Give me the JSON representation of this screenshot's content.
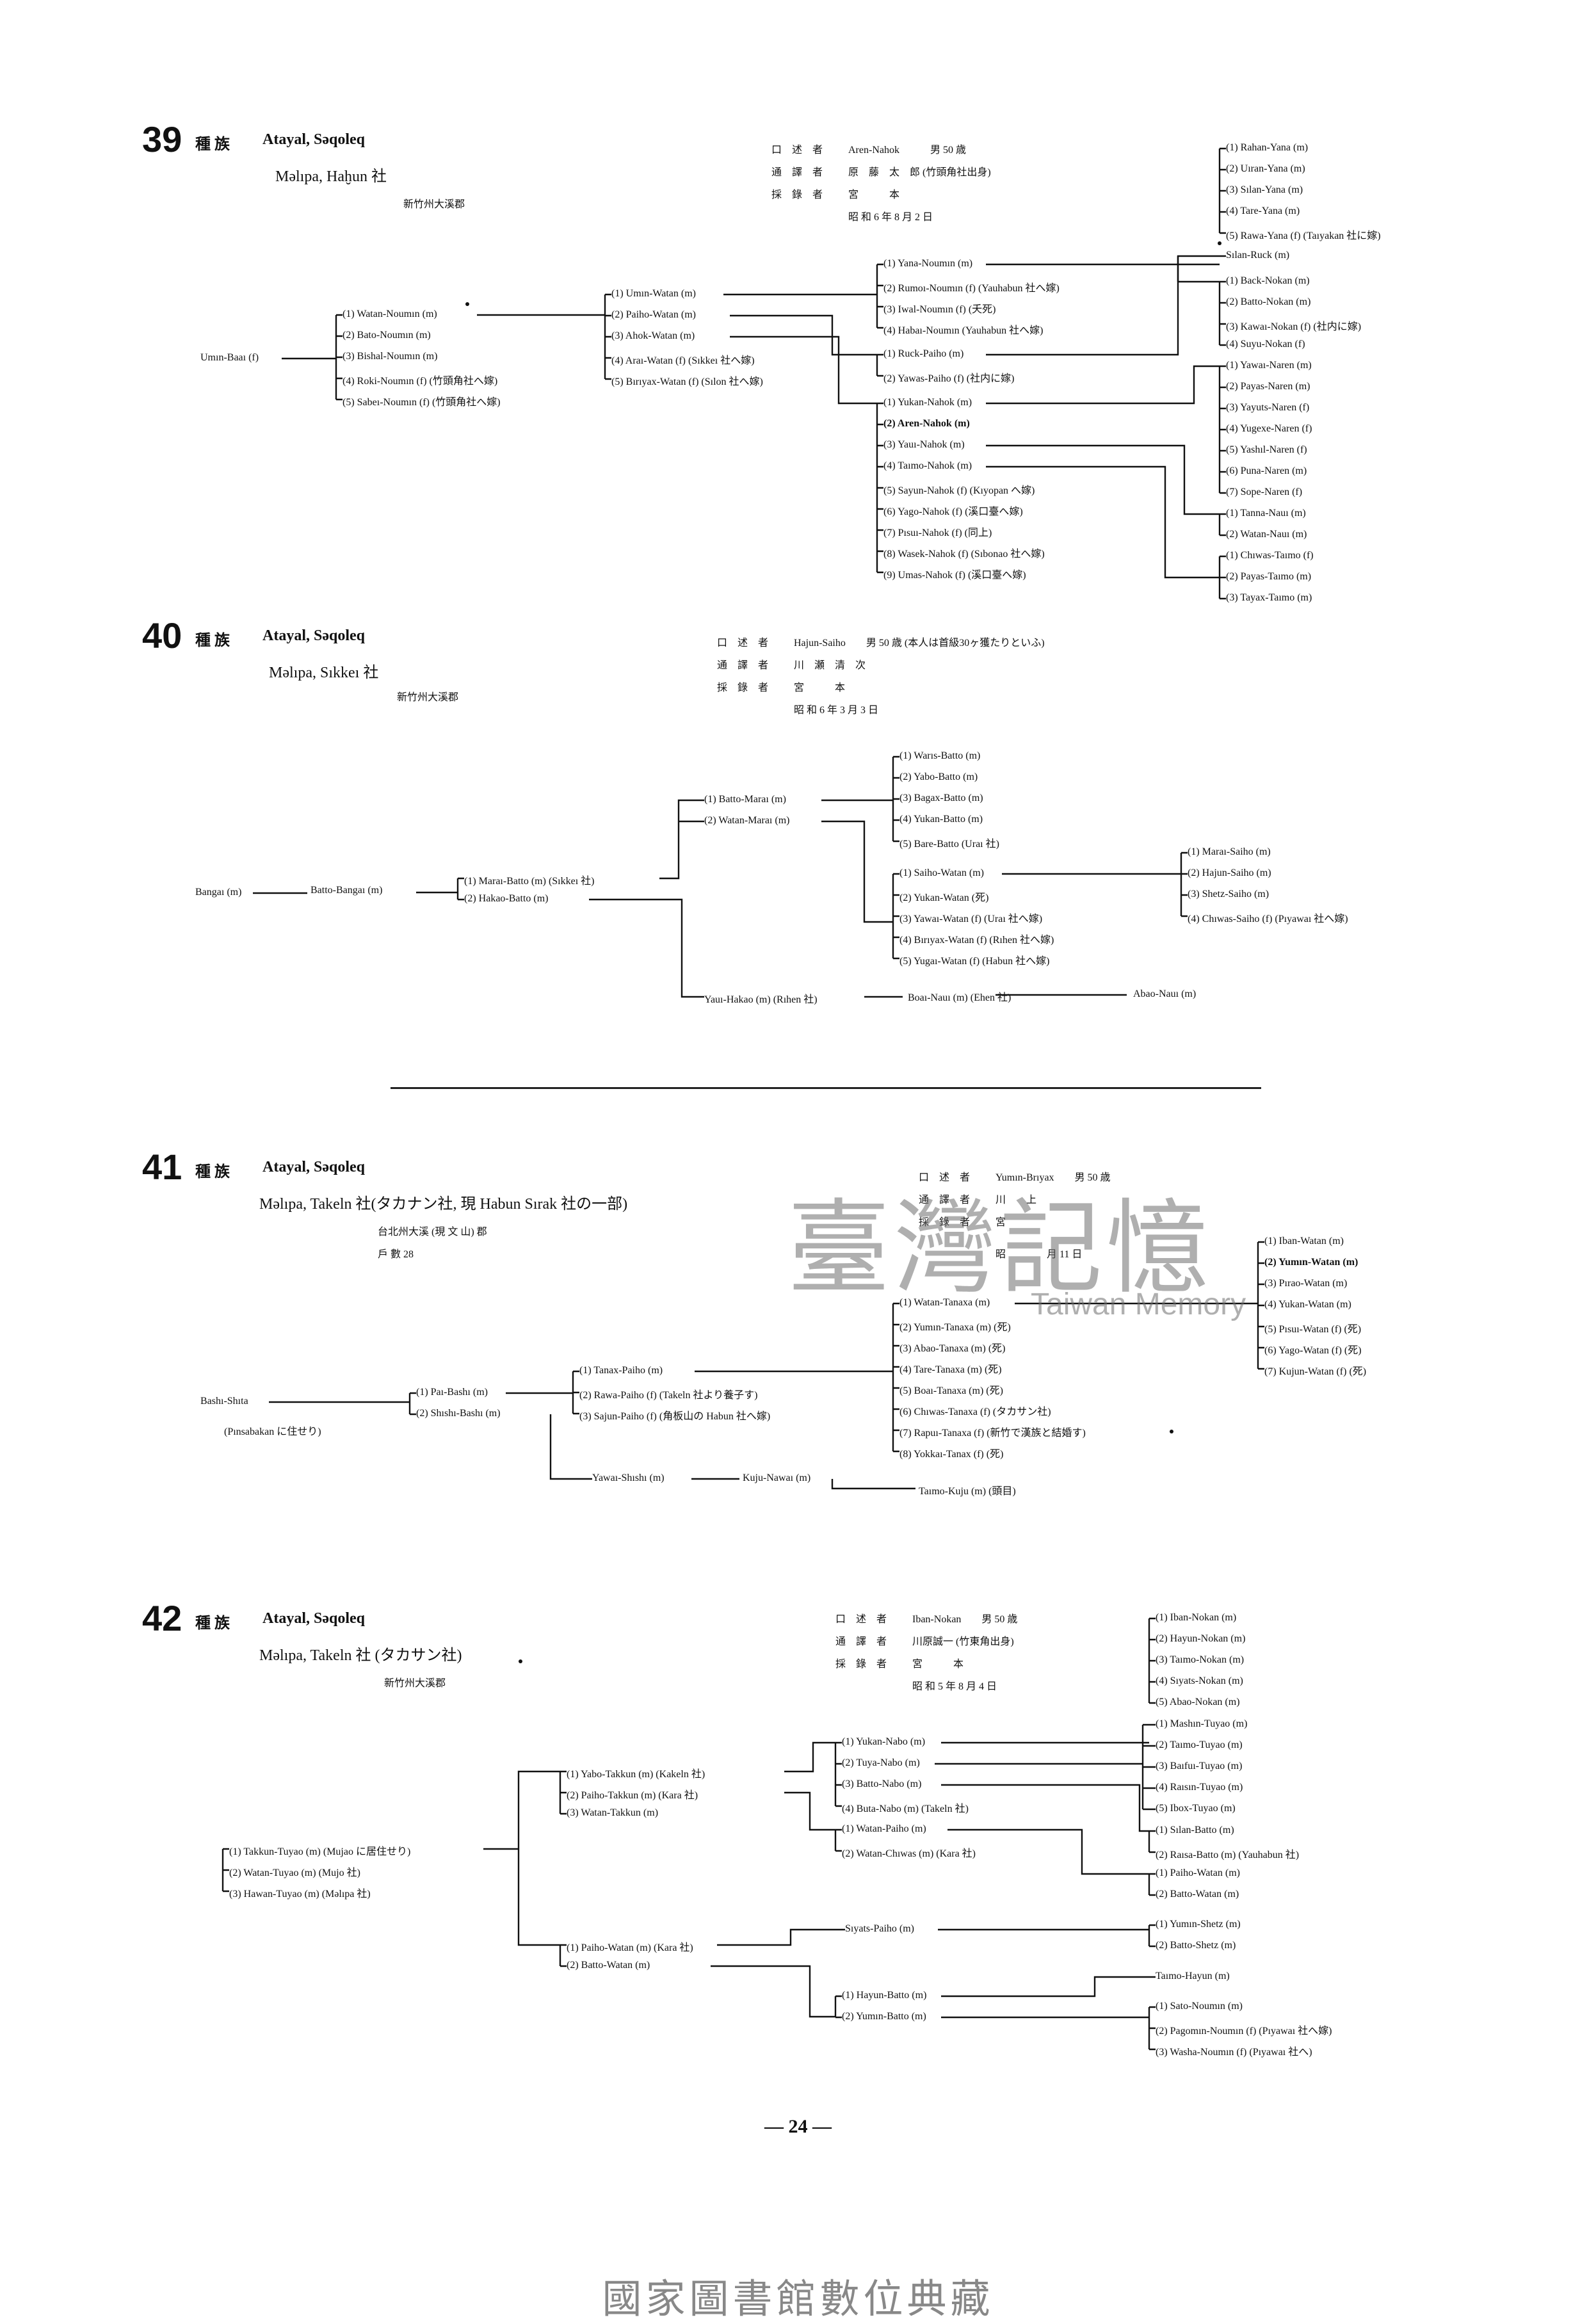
{
  "page_number": "— 24 —",
  "watermark": {
    "main": "臺灣記憶",
    "sub": "Taiwan Memory"
  },
  "footer": "國家圖書館數位典藏",
  "sections": [
    {
      "number": "39",
      "tribe_label": "種 族",
      "tribe": "Atayal, Səqoleq",
      "place": "Məlıpa, Haḫun 社",
      "district": "新竹州大溪郡",
      "meta": [
        {
          "k": "口 述 者",
          "v": "Aren-Nahok　　　男 50 歳"
        },
        {
          "k": "通 譯 者",
          "v": "原　藤　太　郎 (竹頭角社出身)"
        },
        {
          "k": "採 錄 者",
          "v": "宮　　　本"
        },
        {
          "k": "",
          "v": "昭 和 6 年 8 月 2 日"
        }
      ]
    },
    {
      "number": "40",
      "tribe_label": "種 族",
      "tribe": "Atayal, Səqoleq",
      "place": "Məlıpa, Sıkkeı 社",
      "district": "新竹州大溪郡",
      "meta": [
        {
          "k": "口 述 者",
          "v": "Hajun-Saiho　　男 50 歳 (本人は首級30ヶ獲たりといふ)"
        },
        {
          "k": "通 譯 者",
          "v": "川　瀬　清　次"
        },
        {
          "k": "採 錄 者",
          "v": "宮　　　本"
        },
        {
          "k": "",
          "v": "昭 和 6 年 3 月 3 日"
        }
      ]
    },
    {
      "number": "41",
      "tribe_label": "種 族",
      "tribe": "Atayal, Səqoleq",
      "place": "Məlıpa, Takeln 社(タカナン社, 現 Habun Sırak 社の一部)",
      "district": "台北州大溪 (現 文 山) 郡",
      "households": "戶 數 28",
      "meta": [
        {
          "k": "口 述 者",
          "v": "Yumın-Brıyax　　男 50 歳"
        },
        {
          "k": "通 譯 者",
          "v": "川　　上"
        },
        {
          "k": "採 錄 者",
          "v": "宮"
        },
        {
          "k": "",
          "v": "昭　　　　月 11 日"
        }
      ]
    },
    {
      "number": "42",
      "tribe_label": "種 族",
      "tribe": "Atayal, Səqoleq",
      "place": "Məlıpa, Takeln 社 (タカサン社)",
      "district": "新竹州大溪郡",
      "meta": [
        {
          "k": "口 述 者",
          "v": "Iban-Nokan　　男 50 歳"
        },
        {
          "k": "通 譯 者",
          "v": "川原誠一 (竹東角出身)"
        },
        {
          "k": "採 錄 者",
          "v": "宮　　　本"
        },
        {
          "k": "",
          "v": "昭 和 5 年 8 月 4 日"
        }
      ]
    }
  ],
  "names": [
    "Umın-Baaı (f)",
    "(1) Watan-Noumın (m)",
    "(2) Bato-Noumın (m)",
    "(3) Bishal-Noumın (m)",
    "(4) Roki-Noumın (f) (竹頭角社へ嫁)",
    "(5) Sabeı-Noumın (f) (竹頭角社へ嫁)",
    "(1) Umın-Watan (m)",
    "(2) Paiho-Watan (m)",
    "(3) Ahok-Watan (m)",
    "(4) Araı-Watan (f) (Sıkkeı 社へ嫁)",
    "(5) Bırıyax-Watan (f) (Sılon 社へ嫁)",
    "(1) Yana-Noumın (m)",
    "(2) Rumoı-Noumın (f) (Yauhabun 社へ嫁)",
    "(3) Iwal-Noumın (f) (夭死)",
    "(4) Habaı-Noumın (Yauhabun 社へ嫁)",
    "(1) Ruck-Paiho (m)",
    "(2) Yawas-Paiho (f) (社内に嫁)",
    "(1) Yukan-Nahok (m)",
    "(2) Aren-Nahok (m)",
    "(3) Yauı-Nahok (m)",
    "(4) Taımo-Nahok (m)",
    "(5) Sayun-Nahok (f) (Kıyopan へ嫁)",
    "(6) Yago-Nahok (f) (溪口臺へ嫁)",
    "(7) Pısuı-Nahok (f) (同上)",
    "(8) Wasek-Nahok (f) (Sıbonao 社へ嫁)",
    "(9) Umas-Nahok (f) (溪口臺へ嫁)",
    "(1) Rahan-Yana (m)",
    "(2) Uıran-Yana (m)",
    "(3) Sılan-Yana (m)",
    "(4) Tare-Yana (m)",
    "(5) Rawa-Yana (f) (Taıyakan 社に嫁)",
    "Sılan-Ruck (m)",
    "(1) Back-Nokan (m)",
    "(2) Batto-Nokan (m)",
    "(3) Kawaı-Nokan (f) (社内に嫁)",
    "(4) Suyu-Nokan (f)",
    "(1) Yawaı-Naren (m)",
    "(2) Payas-Naren (m)",
    "(3) Yayuts-Naren (f)",
    "(4) Yugexe-Naren (f)",
    "(5) Yashıl-Naren (f)",
    "(6) Puna-Naren (m)",
    "(7) Sope-Naren (f)",
    "(1) Tanna-Nauı (m)",
    "(2) Watan-Nauı (m)",
    "(1) Chıwas-Taımo (f)",
    "(2) Payas-Taımo (m)",
    "(3) Tayax-Taımo (m)",
    "Bangaı (m)",
    "Batto-Bangaı (m)",
    "(1) Maraı-Batto (m) (Sıkkeı 社)",
    "(2) Hakao-Batto (m)",
    "(1) Batto-Maraı (m)",
    "(2) Watan-Maraı (m)",
    "(1) Warıs-Batto (m)",
    "(2) Yabo-Batto (m)",
    "(3) Bagax-Batto (m)",
    "(4) Yukan-Batto (m)",
    "(5) Bare-Batto (Uraı 社)",
    "(1) Saiho-Watan (m)",
    "(2) Yukan-Watan (死)",
    "(3) Yawaı-Watan (f) (Uraı 社へ嫁)",
    "(4) Bırıyax-Watan (f) (Rıhen 社へ嫁)",
    "(5) Yugaı-Watan (f) (Habun 社へ嫁)",
    "(1) Maraı-Saiho (m)",
    "(2) Hajun-Saiho (m)",
    "(3) Shetz-Saiho (m)",
    "(4) Chıwas-Saiho (f) (Pıyawaı 社へ嫁)",
    "Yauı-Hakao (m) (Rıhen 社)",
    "Boaı-Nauı (m) (Ehen 社)",
    "Abao-Nauı (m)",
    "Bashı-Shıta",
    "(Pınsabakan に住せり)",
    "(1) Paı-Bashı (m)",
    "(2) Shıshı-Bashı (m)",
    "(1) Tanax-Paiho (m)",
    "(2) Rawa-Paiho (f) (Takeln 社より養子す)",
    "(3) Sajun-Paiho (f) (角板山の Habun 社へ嫁)",
    "(1) Watan-Tanaxa (m)",
    "(2) Yumın-Tanaxa (m) (死)",
    "(3) Abao-Tanaxa (m) (死)",
    "(4) Tare-Tanaxa (m) (死)",
    "(5) Boaı-Tanaxa (m) (死)",
    "(6) Chıwas-Tanaxa (f) (タカサン社)",
    "(7) Rapuı-Tanaxa (f) (新竹で漢族と結婚す)",
    "(8) Yokkaı-Tanax (f) (死)",
    "(1) Iban-Watan (m)",
    "(2) Yumın-Watan (m)",
    "(3) Pırao-Watan (m)",
    "(4) Yukan-Watan (m)",
    "(5) Pısuı-Watan (f) (死)",
    "(6) Yago-Watan (f) (死)",
    "(7) Kujun-Watan (f) (死)",
    "Yawaı-Shıshı (m)",
    "Kuju-Nawaı (m)",
    "Taımo-Kuju (m) (頭目)",
    "(1) Takkun-Tuyao (m) (Mujao に居住せり)",
    "(2) Watan-Tuyao (m) (Mujo 社)",
    "(3) Hawan-Tuyao (m) (Məlıpa 社)",
    "(1) Yabo-Takkun (m) (Kakeln 社)",
    "(2) Paiho-Takkun (m) (Kara 社)",
    "(3) Watan-Takkun (m)",
    "(1) Yukan-Nabo (m)",
    "(2) Tuya-Nabo (m)",
    "(3) Batto-Nabo (m)",
    "(4) Buta-Nabo (m) (Takeln 社)",
    "(1) Watan-Paiho (m)",
    "(2) Watan-Chıwas (m) (Kara 社)",
    "(1) Iban-Nokan (m)",
    "(2) Hayun-Nokan (m)",
    "(3) Taımo-Nokan (m)",
    "(4) Sıyats-Nokan (m)",
    "(5) Abao-Nokan (m)",
    "(1) Mashın-Tuyao (m)",
    "(2) Taımo-Tuyao (m)",
    "(3) Baıfuı-Tuyao (m)",
    "(4) Raısın-Tuyao (m)",
    "(5) Ibox-Tuyao (m)",
    "(1) Sılan-Batto (m)",
    "(2) Raısa-Batto (m) (Yauhabun 社)",
    "(1) Paiho-Watan (m)",
    "(2) Batto-Watan (m)",
    "(1) Paiho-Watan (m) (Kara 社)",
    "(2) Batto-Watan (m)",
    "Sıyats-Paiho (m)",
    "(1) Yumın-Shetz (m)",
    "(2) Batto-Shetz (m)",
    "(1) Hayun-Batto (m)",
    "(2) Yumın-Batto (m)",
    "Taımo-Hayun (m)",
    "(1) Sato-Noumın (m)",
    "(2) Pagomın-Noumın (f) (Pıyawaı 社へ嫁)",
    "(3) Washa-Noumın (f) (Pıyawaı 社へ)"
  ]
}
